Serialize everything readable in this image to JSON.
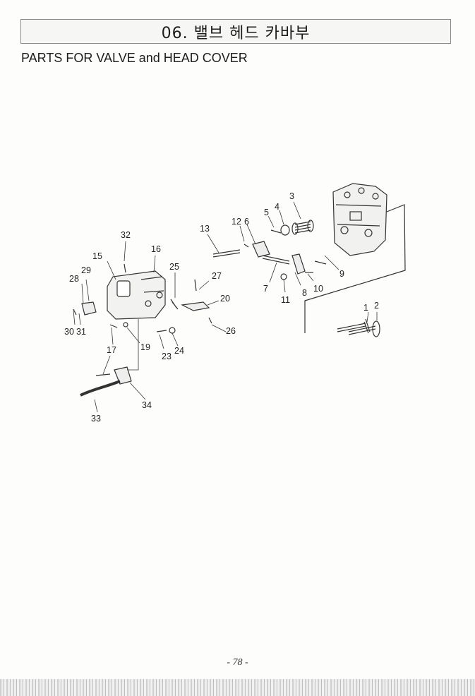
{
  "header": {
    "title": "06. 밸브 헤드 카바부",
    "subtitle": "PARTS FOR VALVE and HEAD COVER"
  },
  "diagram": {
    "callouts": [
      "1",
      "2",
      "3",
      "4",
      "5",
      "6",
      "7",
      "8",
      "9",
      "10",
      "11",
      "12",
      "13",
      "15",
      "16",
      "17",
      "19",
      "20",
      "23",
      "24",
      "25",
      "26",
      "27",
      "28",
      "29",
      "30",
      "31",
      "32",
      "33",
      "34"
    ]
  },
  "footer": {
    "page_number": "- 78 -"
  }
}
